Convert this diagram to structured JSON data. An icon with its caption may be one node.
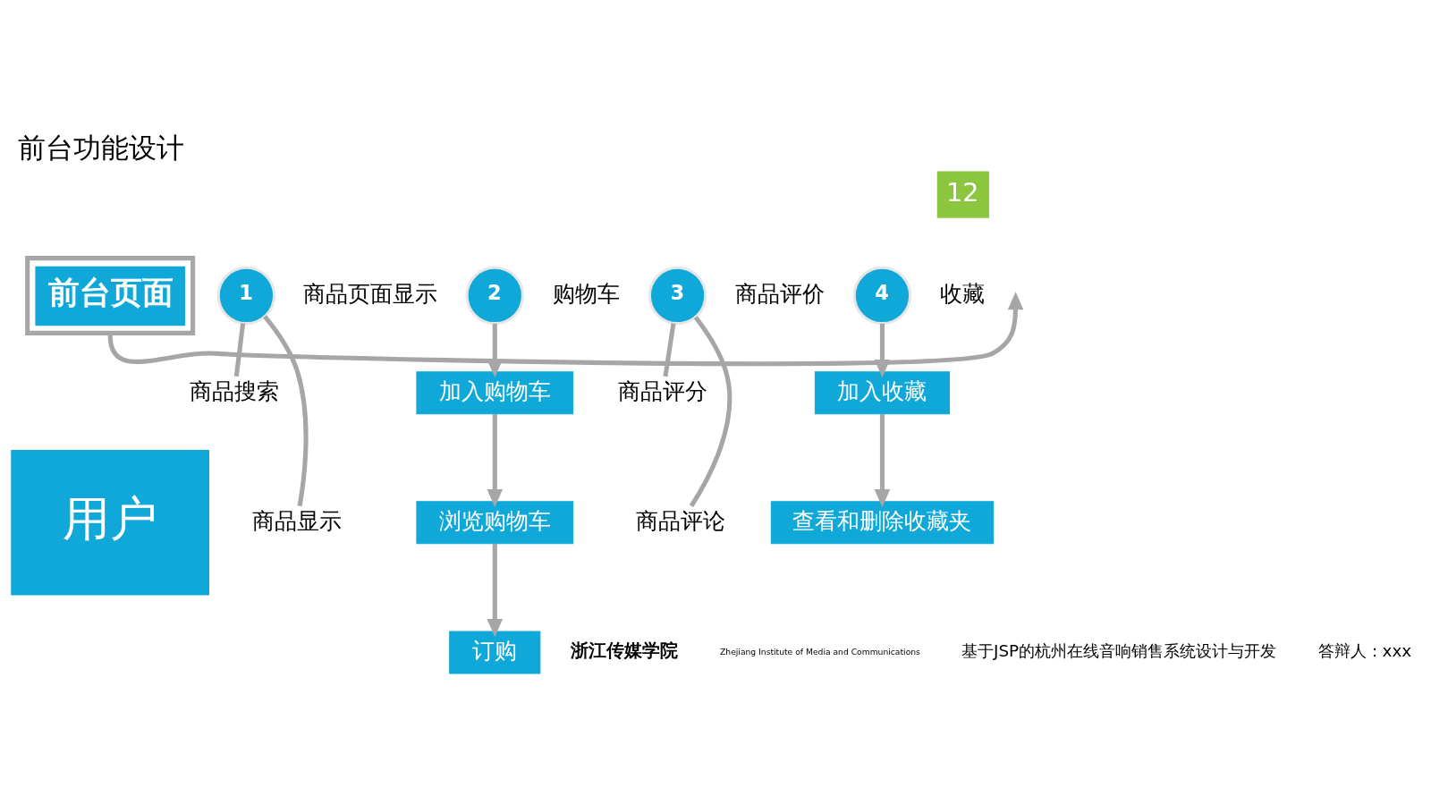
{
  "diagram": {
    "title": "前台功能设计",
    "nodes": [
      {
        "text": [
          "前台页面"
        ]
      },
      {
        "text": [
          "1"
        ],
        "beside": [
          "商品页面显示"
        ]
      },
      {
        "text": [
          "商品搜索"
        ]
      },
      {
        "text": [
          "商品显示"
        ]
      },
      {
        "text": [
          "2"
        ],
        "beside": [
          "购物车"
        ]
      },
      {
        "text": [
          "加入购物车"
        ]
      },
      {
        "text": [
          "浏览购物车"
        ]
      },
      {
        "text": [
          "订购"
        ]
      },
      {
        "text": [
          "3"
        ],
        "beside": [
          "商品评价"
        ]
      },
      {
        "text": [
          "商品评分"
        ]
      },
      {
        "text": [
          "商品评论"
        ]
      },
      {
        "text": [
          "4"
        ],
        "beside": [
          "收藏"
        ]
      },
      {
        "text": [
          "加入收藏"
        ]
      },
      {
        "text": [
          "查看和删除收藏夹"
        ]
      },
      {
        "text": [
          "用户"
        ]
      }
    ],
    "edges": [
      {
        "from": 0,
        "to": null,
        "arrow": "to"
      },
      {
        "from": 1,
        "to": 2,
        "arrow": "none"
      },
      {
        "from": 1,
        "to": 3,
        "arrow": "none"
      },
      {
        "from": 4,
        "to": 5,
        "arrow": "to"
      },
      {
        "from": 5,
        "to": 6,
        "arrow": "to"
      },
      {
        "from": 6,
        "to": 7,
        "arrow": "to"
      },
      {
        "from": 8,
        "to": 9,
        "arrow": "none"
      },
      {
        "from": 8,
        "to": 10,
        "arrow": "none"
      },
      {
        "from": 11,
        "to": 12,
        "arrow": "to"
      },
      {
        "from": 12,
        "to": 13,
        "arrow": "to"
      }
    ],
    "labels": [
      "12",
      "浙江传媒学院",
      "Zhejiang Institute of Media and Communications",
      "基于JSP的杭州在线音响销售系统设计与开发",
      "答辩人：xxx"
    ]
  }
}
